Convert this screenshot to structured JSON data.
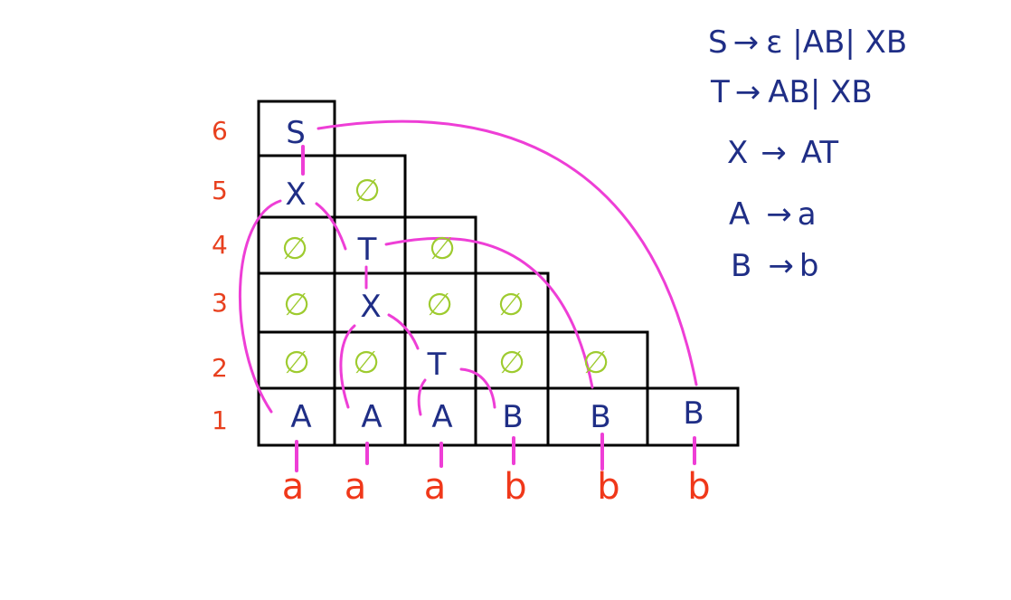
{
  "grammar": [
    {
      "lhs": "S",
      "arrow": "→",
      "rhs": "ε |AB| XB"
    },
    {
      "lhs": "T",
      "arrow": "→",
      "rhs": "AB| XB"
    },
    {
      "lhs": "X",
      "arrow": "→",
      "rhs": "AT"
    },
    {
      "lhs": "A",
      "arrow": "→",
      "rhs": "a"
    },
    {
      "lhs": "B",
      "arrow": "→",
      "rhs": "b"
    }
  ],
  "row_labels": [
    "1",
    "2",
    "3",
    "4",
    "5",
    "6"
  ],
  "input": [
    "a",
    "a",
    "a",
    "b",
    "b",
    "b"
  ],
  "table": {
    "row1": [
      "A",
      "A",
      "A",
      "B",
      "B",
      "B"
    ],
    "row2": [
      "∅",
      "∅",
      "T",
      "∅",
      "∅"
    ],
    "row3": [
      "∅",
      "X",
      "∅",
      "∅"
    ],
    "row4": [
      "∅",
      "T",
      "∅"
    ],
    "row5": [
      "X",
      "∅"
    ],
    "row6": [
      "S"
    ]
  },
  "colors": {
    "symbol": "#1f2e86",
    "empty": "#9ecb2f",
    "label": "#e8401e",
    "arc": "#ee3ed6"
  }
}
